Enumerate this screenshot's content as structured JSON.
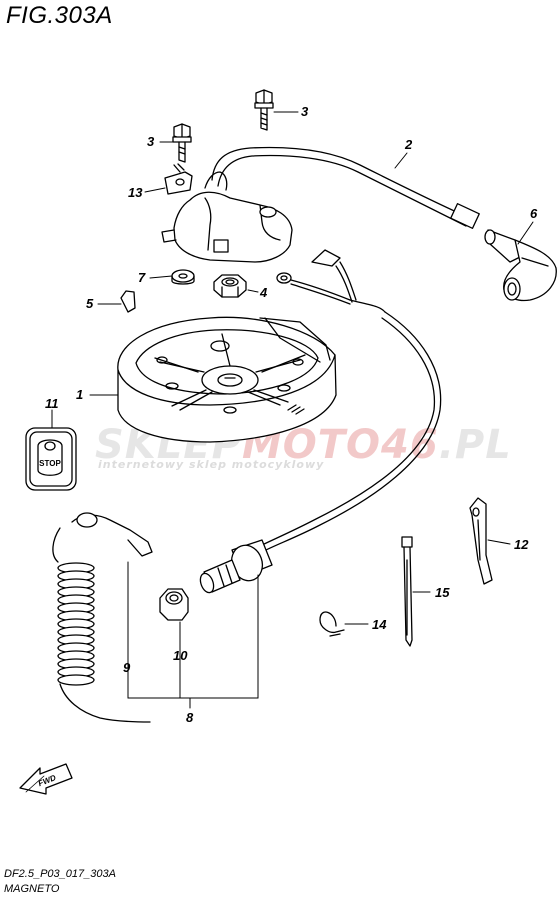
{
  "figure": {
    "title": "FIG.303A",
    "code": "DF2.5_P03_017_303A",
    "name": "MAGNETO"
  },
  "parts": [
    {
      "num": "1"
    },
    {
      "num": "2"
    },
    {
      "num": "3"
    },
    {
      "num": "3"
    },
    {
      "num": "4"
    },
    {
      "num": "5"
    },
    {
      "num": "6"
    },
    {
      "num": "7"
    },
    {
      "num": "8"
    },
    {
      "num": "9"
    },
    {
      "num": "10"
    },
    {
      "num": "11"
    },
    {
      "num": "12"
    },
    {
      "num": "13"
    },
    {
      "num": "14"
    },
    {
      "num": "15"
    }
  ],
  "stop_label": "STOP",
  "fwd_label": "FWD",
  "watermark": {
    "part1": "SKLEP",
    "part2": "MOTO46",
    "part3": ".PL",
    "sub": "internetowy sklep motocyklowy"
  }
}
